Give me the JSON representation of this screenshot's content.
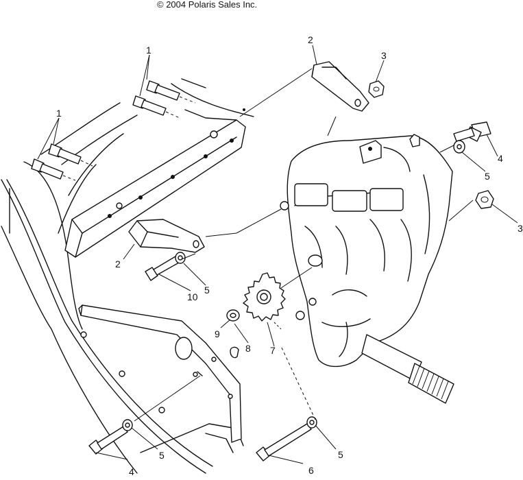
{
  "copyright": "© 2004 Polaris Sales Inc.",
  "callouts": [
    "1",
    "1",
    "2",
    "3",
    "4",
    "5",
    "3",
    "2",
    "5",
    "10",
    "9",
    "8",
    "7",
    "4",
    "5",
    "6",
    "5"
  ]
}
